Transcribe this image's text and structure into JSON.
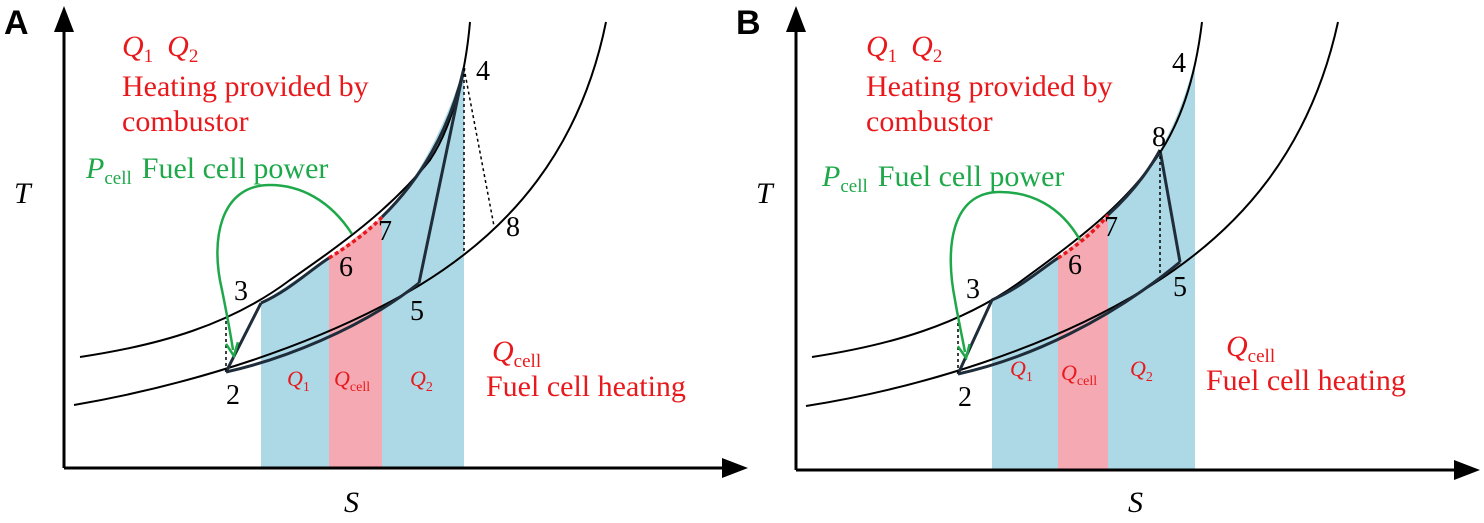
{
  "colors": {
    "axis": "#000000",
    "curve": "#000000",
    "cycle": "#1f2d3a",
    "heat_band": "#add8e6",
    "cell_band": "#f4a9b3",
    "red_text": "#e8191c",
    "green": "#1ea84a",
    "dotted": "#000000"
  },
  "panels": [
    {
      "label": "A",
      "axis_y": "T",
      "axis_x": "S",
      "legend": {
        "q1": "Q",
        "q1_sub": "1",
        "q2": "Q",
        "q2_sub": "2",
        "heating_line1": "Heating provided by",
        "heating_line2": "combustor",
        "pcell": "P",
        "pcell_sub": "cell",
        "fuel_power": "Fuel cell power",
        "qcell": "Q",
        "qcell_sub": "cell",
        "fuel_heating": "Fuel cell heating"
      },
      "band_labels": {
        "q1": "Q",
        "q1_sub": "1",
        "qcell": "Q",
        "qcell_sub": "cell",
        "q2": "Q",
        "q2_sub": "2"
      },
      "points": [
        "2",
        "3",
        "4",
        "5",
        "6",
        "7",
        "8"
      ]
    },
    {
      "label": "B",
      "axis_y": "T",
      "axis_x": "S",
      "legend": {
        "q1": "Q",
        "q1_sub": "1",
        "q2": "Q",
        "q2_sub": "2",
        "heating_line1": "Heating provided by",
        "heating_line2": "combustor",
        "pcell": "P",
        "pcell_sub": "cell",
        "fuel_power": "Fuel cell power",
        "qcell": "Q",
        "qcell_sub": "cell",
        "fuel_heating": "Fuel cell heating"
      },
      "band_labels": {
        "q1": "Q",
        "q1_sub": "1",
        "qcell": "Q",
        "qcell_sub": "cell",
        "q2": "Q",
        "q2_sub": "2"
      },
      "points": [
        "2",
        "3",
        "4",
        "8",
        "5",
        "6",
        "7"
      ]
    }
  ]
}
